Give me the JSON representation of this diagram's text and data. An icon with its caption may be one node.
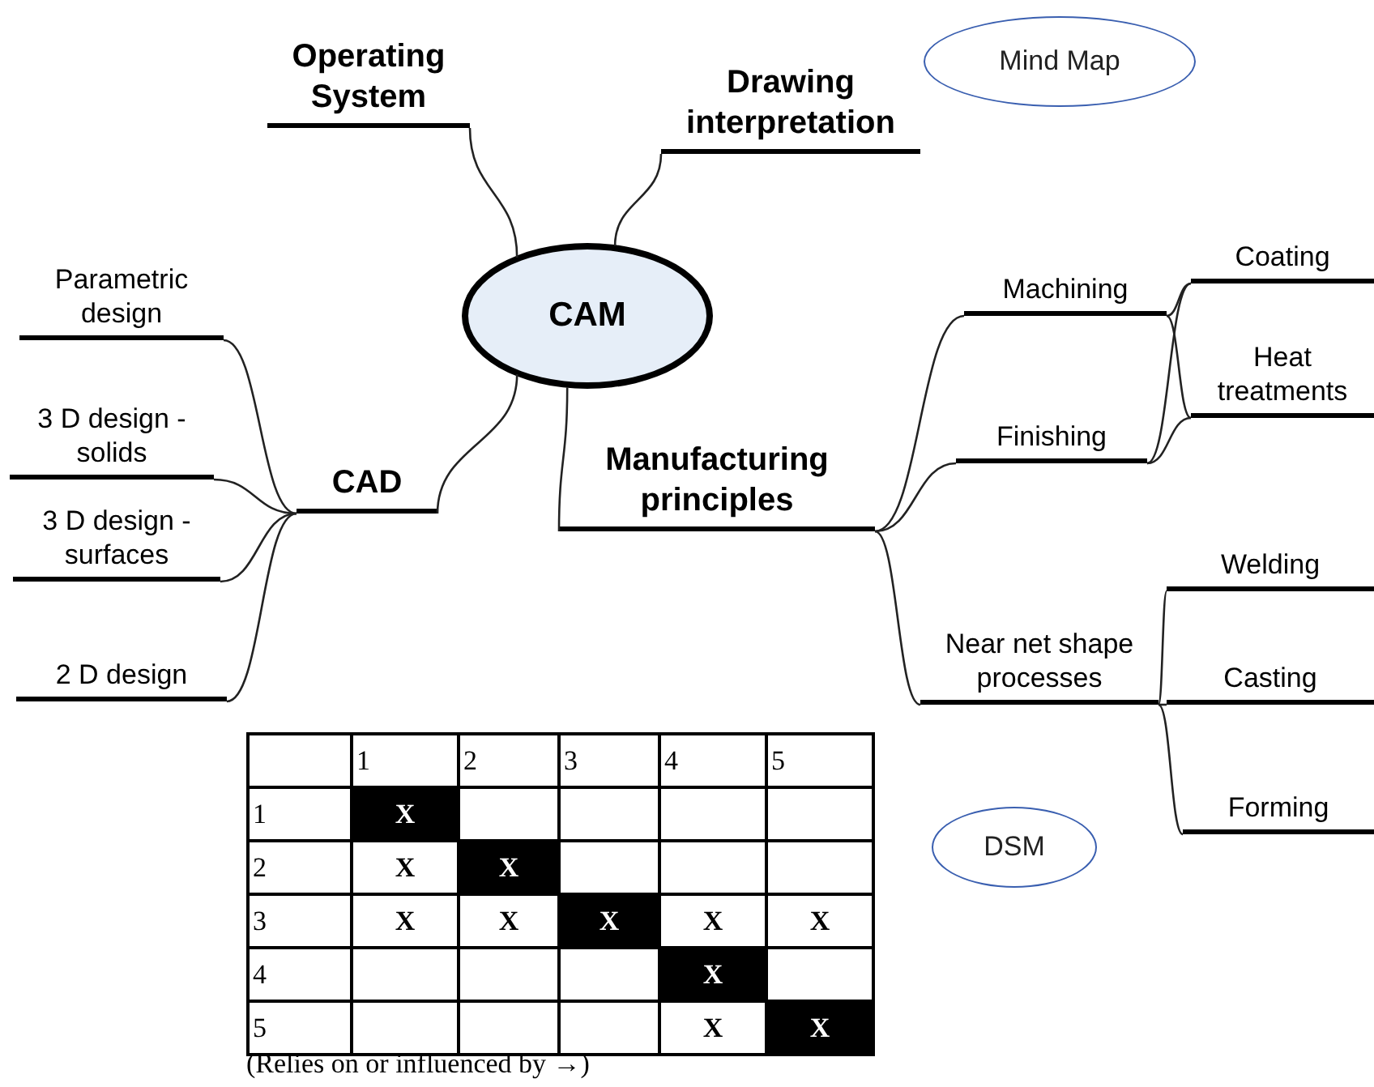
{
  "diagram": {
    "nodes": [
      {
        "text": [
          "CAM"
        ]
      },
      {
        "text": [
          "Operating System"
        ]
      },
      {
        "text": [
          "Drawing interpretation"
        ]
      },
      {
        "text": [
          "Mind Map"
        ]
      },
      {
        "text": [
          "Parametric design"
        ]
      },
      {
        "text": [
          "3 D design - solids"
        ]
      },
      {
        "text": [
          "3 D design - surfaces"
        ]
      },
      {
        "text": [
          "2 D design"
        ]
      },
      {
        "text": [
          "CAD"
        ]
      },
      {
        "text": [
          "Manufacturing principles"
        ]
      },
      {
        "text": [
          "Machining"
        ]
      },
      {
        "text": [
          "Coating"
        ]
      },
      {
        "text": [
          "Heat treatments"
        ]
      },
      {
        "text": [
          "Finishing"
        ]
      },
      {
        "text": [
          "Near net shape processes"
        ]
      },
      {
        "text": [
          "Welding"
        ]
      },
      {
        "text": [
          "Casting"
        ]
      },
      {
        "text": [
          "Forming"
        ]
      },
      {
        "text": [
          "DSM"
        ]
      }
    ],
    "edges": [
      {
        "from": 0,
        "to": 1,
        "arrow": "none"
      },
      {
        "from": 0,
        "to": 2,
        "arrow": "none"
      },
      {
        "from": 0,
        "to": 8,
        "arrow": "none"
      },
      {
        "from": 0,
        "to": 9,
        "arrow": "none"
      },
      {
        "from": 8,
        "to": 4,
        "arrow": "none"
      },
      {
        "from": 8,
        "to": 5,
        "arrow": "none"
      },
      {
        "from": 8,
        "to": 6,
        "arrow": "none"
      },
      {
        "from": 8,
        "to": 7,
        "arrow": "none"
      },
      {
        "from": 9,
        "to": 10,
        "arrow": "none"
      },
      {
        "from": 9,
        "to": 13,
        "arrow": "none"
      },
      {
        "from": 9,
        "to": 14,
        "arrow": "none"
      },
      {
        "from": 10,
        "to": 11,
        "arrow": "none"
      },
      {
        "from": 10,
        "to": 12,
        "arrow": "none"
      },
      {
        "from": 13,
        "to": 11,
        "arrow": "none"
      },
      {
        "from": 13,
        "to": 12,
        "arrow": "none"
      },
      {
        "from": 14,
        "to": 15,
        "arrow": "none"
      },
      {
        "from": 14,
        "to": 16,
        "arrow": "none"
      },
      {
        "from": 14,
        "to": 17,
        "arrow": "none"
      }
    ],
    "labels": [
      "1",
      "2",
      "3",
      "4",
      "5",
      "1",
      "X",
      "2",
      "X",
      "X",
      "3",
      "X",
      "X",
      "X",
      "X",
      "X",
      "4",
      "X",
      "5",
      "X",
      "X",
      "(Relies on or influenced by →)"
    ]
  }
}
